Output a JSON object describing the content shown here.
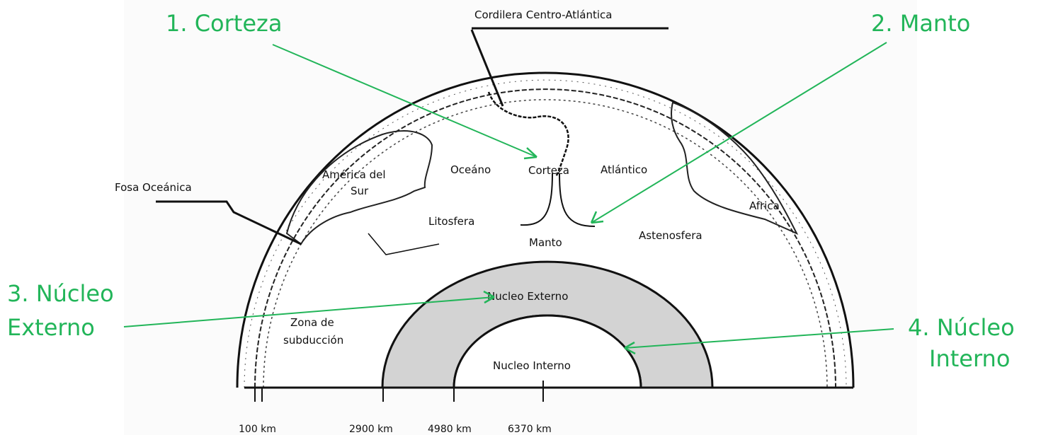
{
  "colors": {
    "accent": "#22b559",
    "ink": "#111111",
    "outer_core_fill": "#d3d3d3"
  },
  "callouts": {
    "corteza": "1. Corteza",
    "manto": "2. Manto",
    "nucleo_externo_line1": "3. Núcleo",
    "nucleo_externo_line2": "Externo",
    "nucleo_interno_line1": "4. Núcleo",
    "nucleo_interno_line2": "Interno"
  },
  "labels": {
    "cordillera": "Cordilera Centro-Atlántica",
    "fosa": "Fosa Oceánica",
    "america_line1": "América del",
    "america_line2": "Sur",
    "oceano": "Oceáno",
    "corteza": "Corteza",
    "atlantico": "Atlántico",
    "africa": "Africa",
    "litosfera": "Litosfera",
    "manto": "Manto",
    "astenosfera": "Astenosfera",
    "nucleo_externo": "Nucleo Externo",
    "nucleo_interno": "Nucleo Interno",
    "zona_line1": "Zona de",
    "zona_line2": "subducción"
  },
  "depth_scale": [
    "100 km",
    "2900 km",
    "4980 km",
    "6370 km"
  ]
}
